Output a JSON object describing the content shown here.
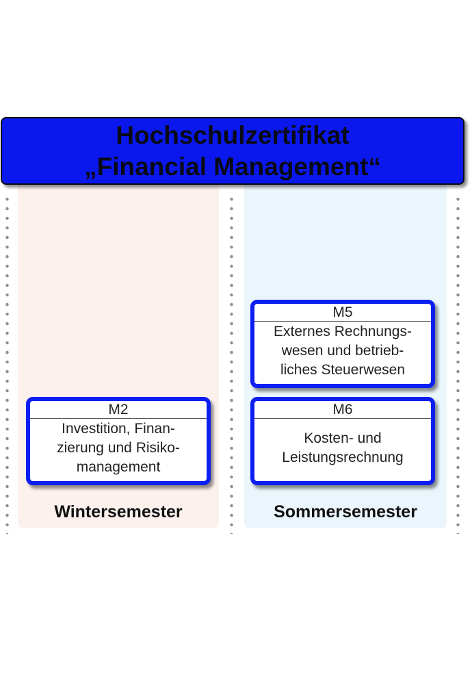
{
  "header": {
    "line1": "Hochschulzertifikat",
    "line2": "„Financial Management“"
  },
  "columns": {
    "winter": {
      "label": "Wintersemester"
    },
    "summer": {
      "label": "Sommersemester"
    }
  },
  "modules": {
    "m2": {
      "code": "M2",
      "lines": [
        "Investition, Finan-",
        "zierung und Risiko-",
        "management"
      ]
    },
    "m5": {
      "code": "M5",
      "lines": [
        "Externes Rechnungs-",
        "wesen und betrieb-",
        "liches Steuerwesen"
      ]
    },
    "m6": {
      "code": "M6",
      "lines": [
        "Kosten- und",
        "Leistungsrechnung"
      ]
    }
  },
  "colors": {
    "header_fill": "#0a18ee",
    "module_border": "#0d1ff0",
    "winter_bg": "#fdf1ee",
    "summer_bg": "#eaf6fb"
  }
}
